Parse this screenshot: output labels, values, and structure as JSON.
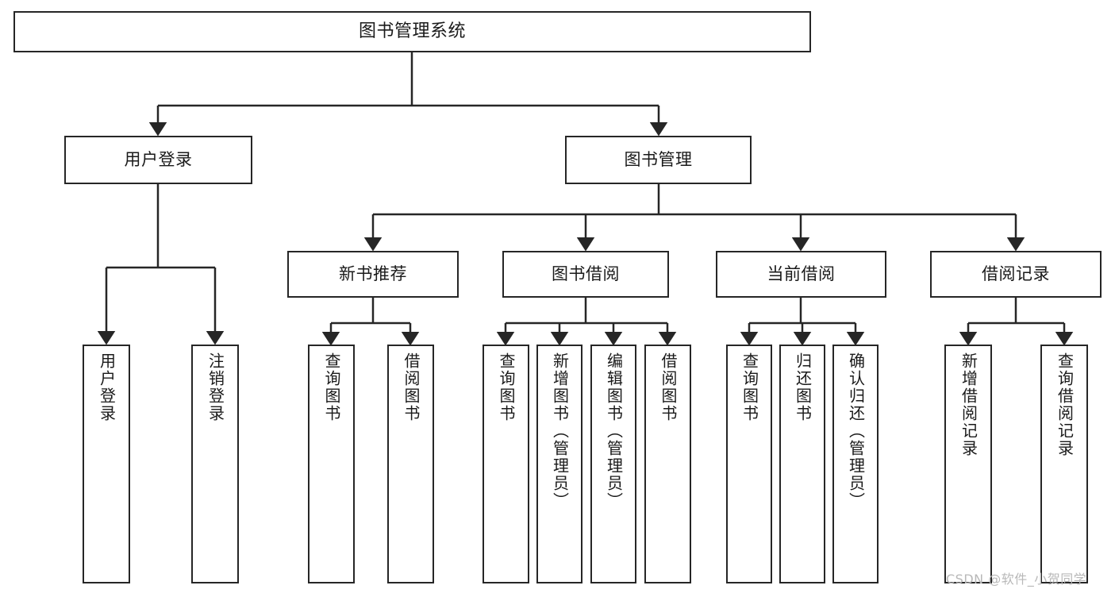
{
  "diagram": {
    "title": "图书管理系统",
    "type": "tree",
    "orientation": "top-down",
    "colors": {
      "background": "#ffffff",
      "box_border": "#262626",
      "box_fill": "#ffffff",
      "text": "#1a1a1a",
      "connector": "#262626",
      "watermark": "#b8b8b8"
    },
    "watermark": "CSDN @软件_小贺同学",
    "nodes": {
      "root": {
        "id": "root",
        "label": "图书管理系统",
        "level": 0,
        "text_direction": "horizontal"
      },
      "level1": [
        {
          "id": "user-login",
          "label": "用户登录",
          "level": 1,
          "text_direction": "horizontal"
        },
        {
          "id": "book-manage",
          "label": "图书管理",
          "level": 1,
          "text_direction": "horizontal"
        }
      ],
      "level2": [
        {
          "id": "new-book-recommend",
          "label": "新书推荐",
          "level": 2,
          "parent": "book-manage",
          "text_direction": "horizontal"
        },
        {
          "id": "book-borrow",
          "label": "图书借阅",
          "level": 2,
          "parent": "book-manage",
          "text_direction": "horizontal"
        },
        {
          "id": "current-borrow",
          "label": "当前借阅",
          "level": 2,
          "parent": "book-manage",
          "text_direction": "horizontal"
        },
        {
          "id": "borrow-record",
          "label": "借阅记录",
          "level": 2,
          "parent": "book-manage",
          "text_direction": "horizontal"
        }
      ],
      "leaves": [
        {
          "id": "leaf-user-login",
          "label": "用户登录",
          "parent": "user-login",
          "text_direction": "vertical"
        },
        {
          "id": "leaf-logout-login",
          "label": "注销登录",
          "parent": "user-login",
          "text_direction": "vertical"
        },
        {
          "id": "leaf-query-book-1",
          "label": "查询图书",
          "parent": "new-book-recommend",
          "text_direction": "vertical"
        },
        {
          "id": "leaf-borrow-book-1",
          "label": "借阅图书",
          "parent": "new-book-recommend",
          "text_direction": "vertical"
        },
        {
          "id": "leaf-query-book-2",
          "label": "查询图书",
          "parent": "book-borrow",
          "text_direction": "vertical"
        },
        {
          "id": "leaf-add-book",
          "label": "新增图书（管理员）",
          "parent": "book-borrow",
          "text_direction": "vertical"
        },
        {
          "id": "leaf-edit-book",
          "label": "编辑图书（管理员）",
          "parent": "book-borrow",
          "text_direction": "vertical"
        },
        {
          "id": "leaf-borrow-book-2",
          "label": "借阅图书",
          "parent": "book-borrow",
          "text_direction": "vertical"
        },
        {
          "id": "leaf-query-book-3",
          "label": "查询图书",
          "parent": "current-borrow",
          "text_direction": "vertical"
        },
        {
          "id": "leaf-return-book",
          "label": "归还图书",
          "parent": "current-borrow",
          "text_direction": "vertical"
        },
        {
          "id": "leaf-confirm-return",
          "label": "确认归还（管理员）",
          "parent": "current-borrow",
          "text_direction": "vertical"
        },
        {
          "id": "leaf-add-record",
          "label": "新增借阅记录",
          "parent": "borrow-record",
          "text_direction": "vertical"
        },
        {
          "id": "leaf-query-record",
          "label": "查询借阅记录",
          "parent": "borrow-record",
          "text_direction": "vertical"
        }
      ]
    }
  }
}
